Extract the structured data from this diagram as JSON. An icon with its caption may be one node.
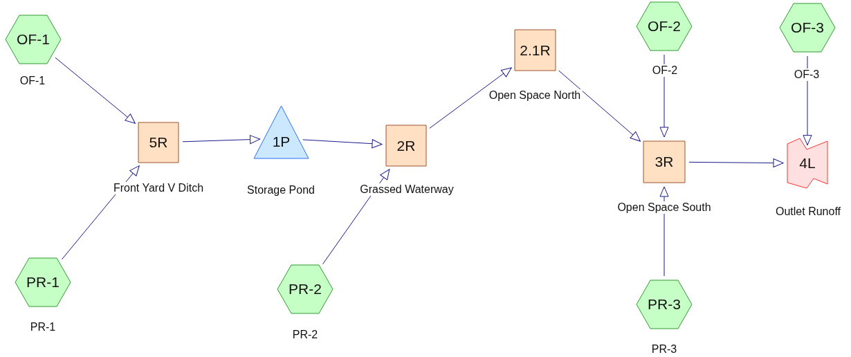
{
  "diagram": {
    "nodes": [
      {
        "text": [
          "OF-1"
        ],
        "beside": [
          "OF-1"
        ]
      },
      {
        "text": [
          "5R"
        ],
        "beside": [
          "Front Yard V Ditch"
        ]
      },
      {
        "text": [
          "PR-1"
        ],
        "beside": [
          "PR-1"
        ]
      },
      {
        "text": [
          "1P"
        ],
        "beside": [
          "Storage Pond"
        ]
      },
      {
        "text": [
          "2R"
        ],
        "beside": [
          "Grassed Waterway"
        ]
      },
      {
        "text": [
          "PR-2"
        ],
        "beside": [
          "PR-2"
        ]
      },
      {
        "text": [
          "2.1R"
        ],
        "beside": [
          "Open Space North"
        ]
      },
      {
        "text": [
          "OF-2"
        ],
        "beside": [
          "OF-2"
        ]
      },
      {
        "text": [
          "3R"
        ],
        "beside": [
          "Open Space South"
        ]
      },
      {
        "text": [
          "PR-3"
        ],
        "beside": [
          "PR-3"
        ]
      },
      {
        "text": [
          "OF-3"
        ],
        "beside": [
          "OF-3"
        ]
      },
      {
        "text": [
          "4L"
        ],
        "beside": [
          "Outlet Runoff"
        ]
      }
    ],
    "edges": [
      {
        "from": 0,
        "to": 1,
        "arrow": "to"
      },
      {
        "from": 2,
        "to": 1,
        "arrow": "to"
      },
      {
        "from": 1,
        "to": 3,
        "arrow": "to"
      },
      {
        "from": 3,
        "to": 4,
        "arrow": "to"
      },
      {
        "from": 5,
        "to": 4,
        "arrow": "to"
      },
      {
        "from": 4,
        "to": 6,
        "arrow": "to"
      },
      {
        "from": 6,
        "to": 8,
        "arrow": "to"
      },
      {
        "from": 7,
        "to": 8,
        "arrow": "to"
      },
      {
        "from": 9,
        "to": 8,
        "arrow": "to"
      },
      {
        "from": 8,
        "to": 11,
        "arrow": "to"
      },
      {
        "from": 10,
        "to": 11,
        "arrow": "to"
      }
    ]
  }
}
